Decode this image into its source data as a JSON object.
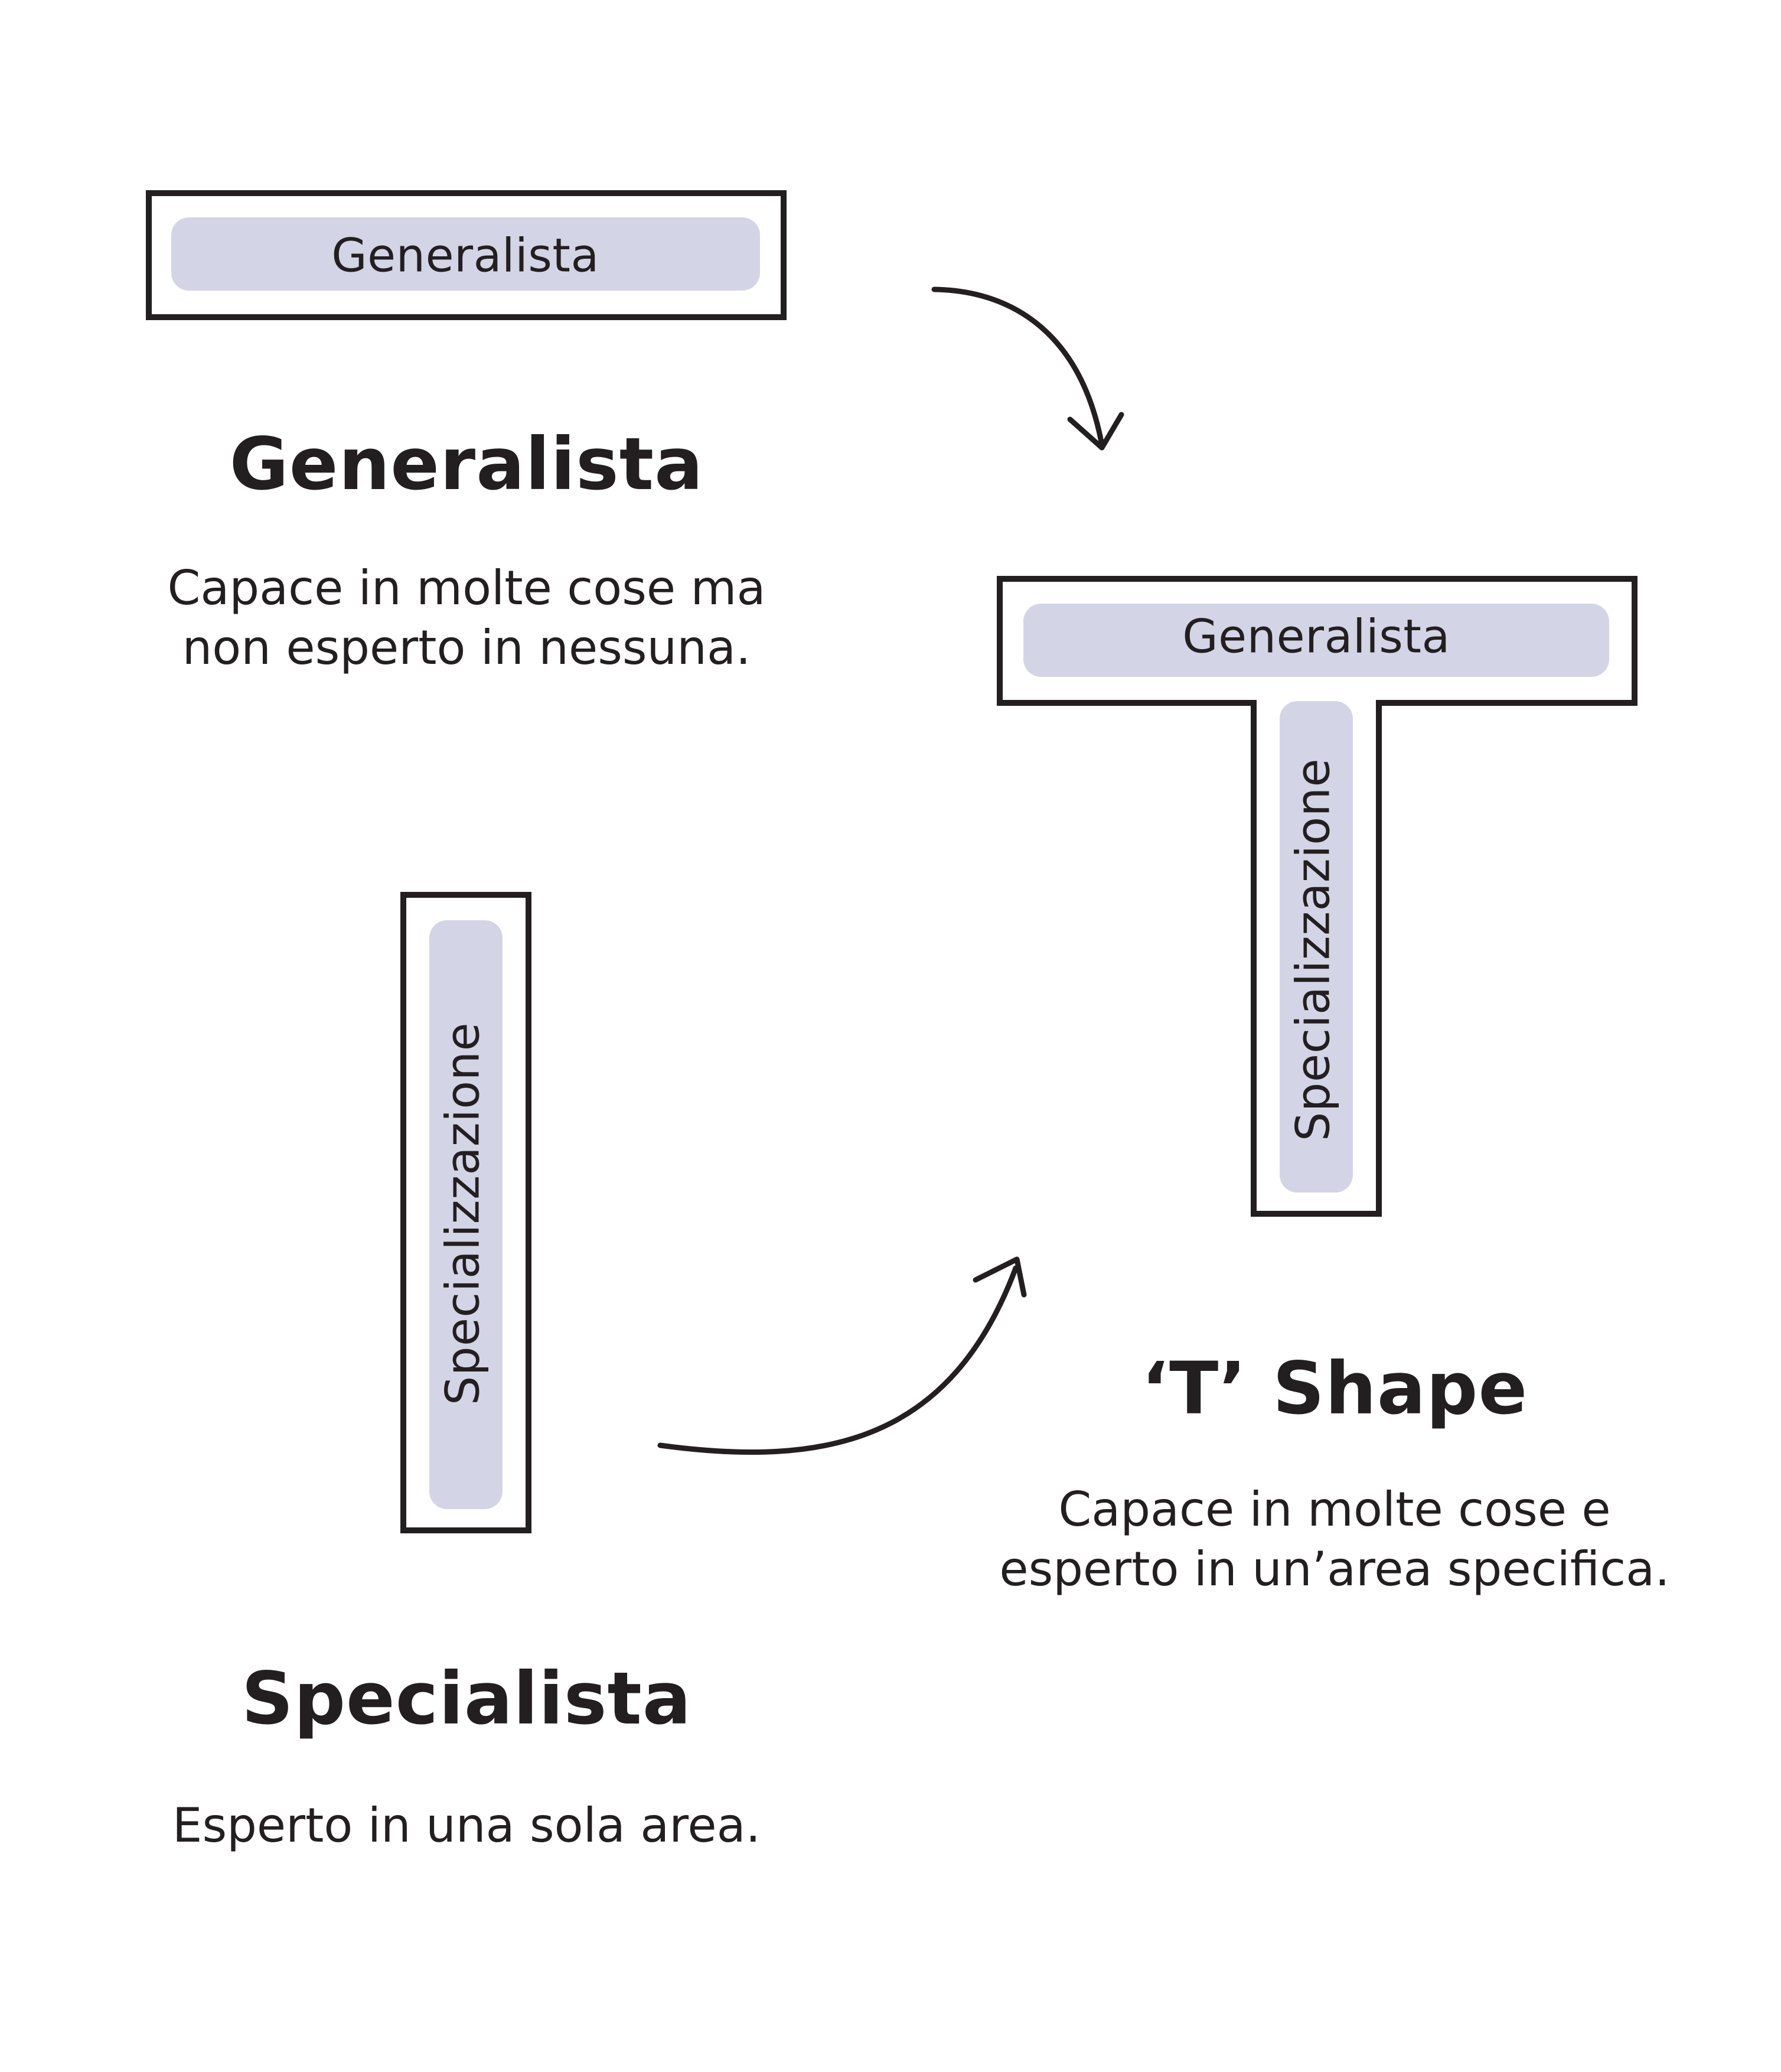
{
  "colors": {
    "ink": "#231f20",
    "pill_fill": "#d3d5e6",
    "background": "#ffffff"
  },
  "generalista": {
    "bar_label": "Generalista",
    "title": "Generalista",
    "description": "Capace in molte cose ma\nnon esperto in nessuna."
  },
  "specialista": {
    "bar_label": "Specializzazione",
    "title": "Specialista",
    "description": "Esperto in una sola area."
  },
  "t_shape": {
    "top_label": "Generalista",
    "stem_label": "Specializzazione",
    "title": "‘T’ Shape",
    "description": "Capace in molte cose e\nesperto in un’area specifica."
  },
  "arrows": {
    "icons": [
      "curved-arrow-down-icon",
      "curved-arrow-up-icon"
    ]
  }
}
